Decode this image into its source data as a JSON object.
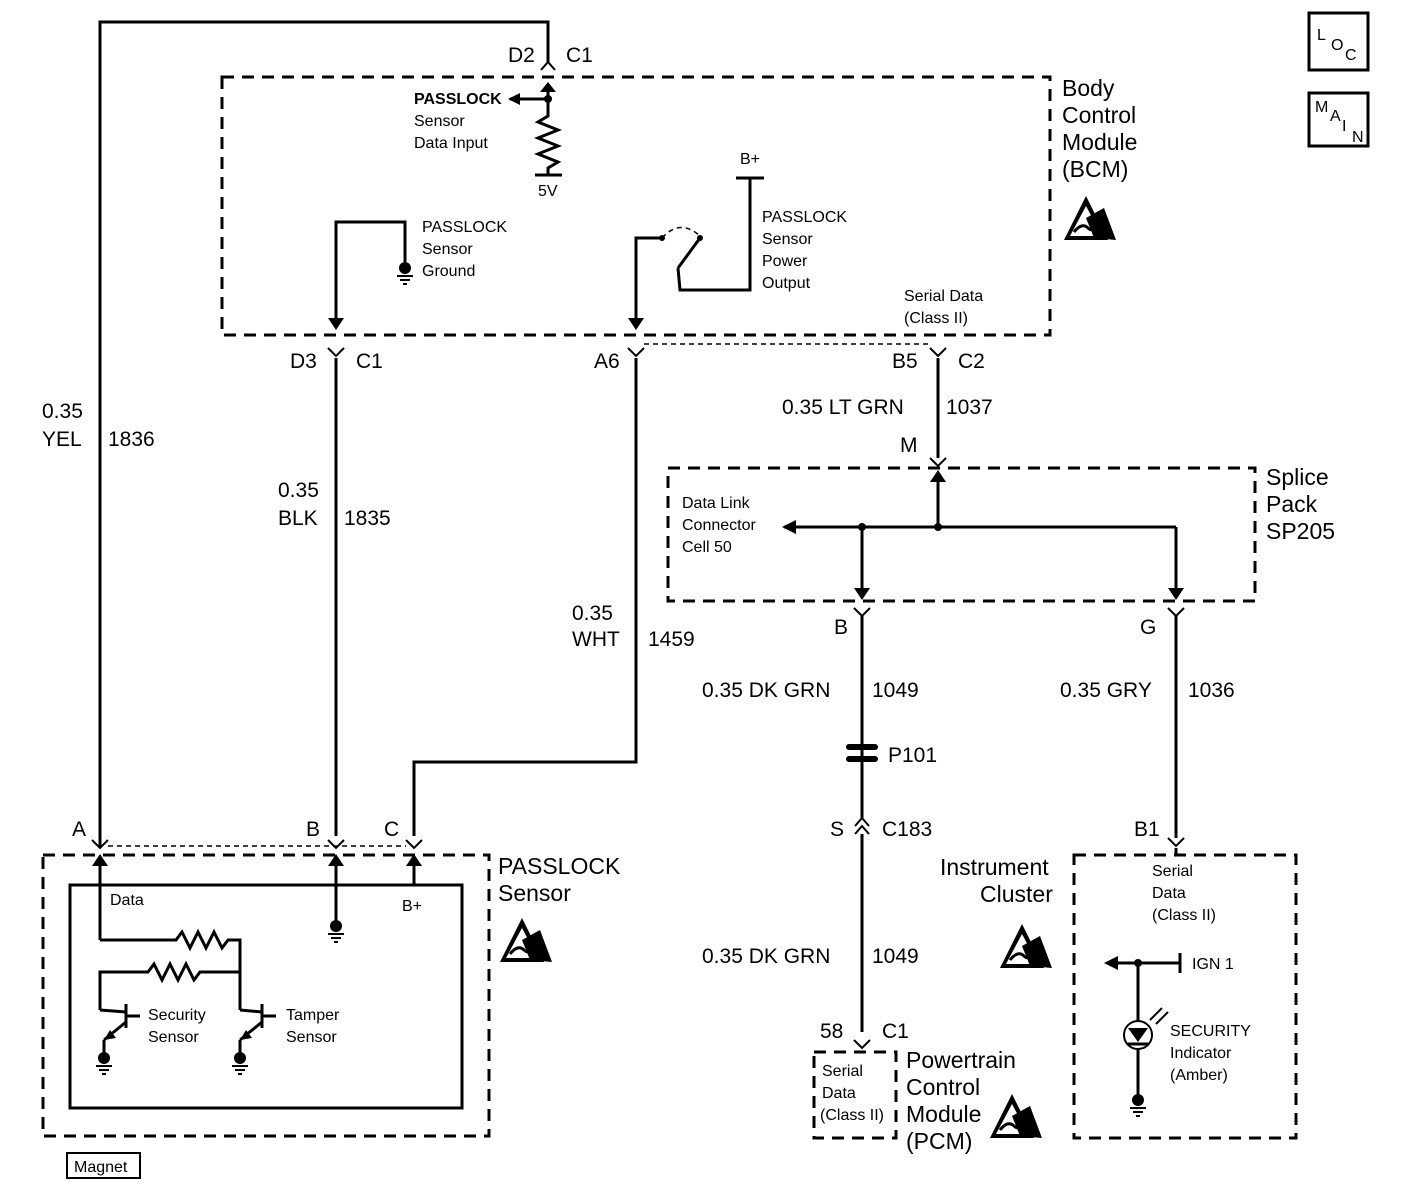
{
  "nav": {
    "loc": [
      "L",
      "O",
      "C"
    ],
    "main": [
      "M",
      "A",
      "I",
      "N"
    ]
  },
  "bcm": {
    "title": [
      "Body",
      "Control",
      "Module",
      "(BCM)"
    ],
    "passlock_data_input": [
      "PASSLOCK",
      "Sensor",
      "Data Input"
    ],
    "five_v": "5V",
    "passlock_ground": [
      "PASSLOCK",
      "Sensor",
      "Ground"
    ],
    "bplus": "B+",
    "passlock_power": [
      "PASSLOCK",
      "Sensor",
      "Power",
      "Output"
    ],
    "serial_data": [
      "Serial Data",
      "(Class II)"
    ],
    "pins": {
      "d2": "D2",
      "c1_top": "C1",
      "d3": "D3",
      "c1_mid": "C1",
      "a6": "A6",
      "b5": "B5",
      "c2": "C2"
    }
  },
  "wires": {
    "yel": {
      "gauge": "0.35",
      "color": "YEL",
      "circuit": "1836"
    },
    "blk": {
      "gauge": "0.35",
      "color": "BLK",
      "circuit": "1835"
    },
    "wht": {
      "gauge": "0.35",
      "color": "WHT",
      "circuit": "1459"
    },
    "ltgrn": {
      "label": "0.35 LT GRN",
      "circuit": "1037"
    },
    "dkgrn1": {
      "label": "0.35 DK GRN",
      "circuit": "1049"
    },
    "gry": {
      "label": "0.35 GRY",
      "circuit": "1036"
    },
    "dkgrn2": {
      "label": "0.35 DK GRN",
      "circuit": "1049"
    }
  },
  "splice": {
    "title": [
      "Splice",
      "Pack",
      "SP205"
    ],
    "dlc": [
      "Data Link",
      "Connector",
      "Cell 50"
    ],
    "pin_m": "M",
    "pin_b": "B",
    "pin_g": "G"
  },
  "p101": "P101",
  "c183": {
    "pin": "S",
    "connector": "C183"
  },
  "passlock_sensor": {
    "title": [
      "PASSLOCK",
      "Sensor"
    ],
    "pins": {
      "a": "A",
      "b": "B",
      "c": "C"
    },
    "data": "Data",
    "bplus": "B+",
    "security": [
      "Security",
      "Sensor"
    ],
    "tamper": [
      "Tamper",
      "Sensor"
    ],
    "magnet": "Magnet"
  },
  "pcm": {
    "pin": "58",
    "connector": "C1",
    "serial": [
      "Serial",
      "Data",
      "(Class II)"
    ],
    "title": [
      "Powertrain",
      "Control",
      "Module",
      "(PCM)"
    ]
  },
  "cluster": {
    "pin": "B1",
    "title": [
      "Instrument",
      "Cluster"
    ],
    "serial": [
      "Serial",
      "Data",
      "(Class II)"
    ],
    "ign": "IGN 1",
    "indicator": [
      "SECURITY",
      "Indicator",
      "(Amber)"
    ]
  }
}
